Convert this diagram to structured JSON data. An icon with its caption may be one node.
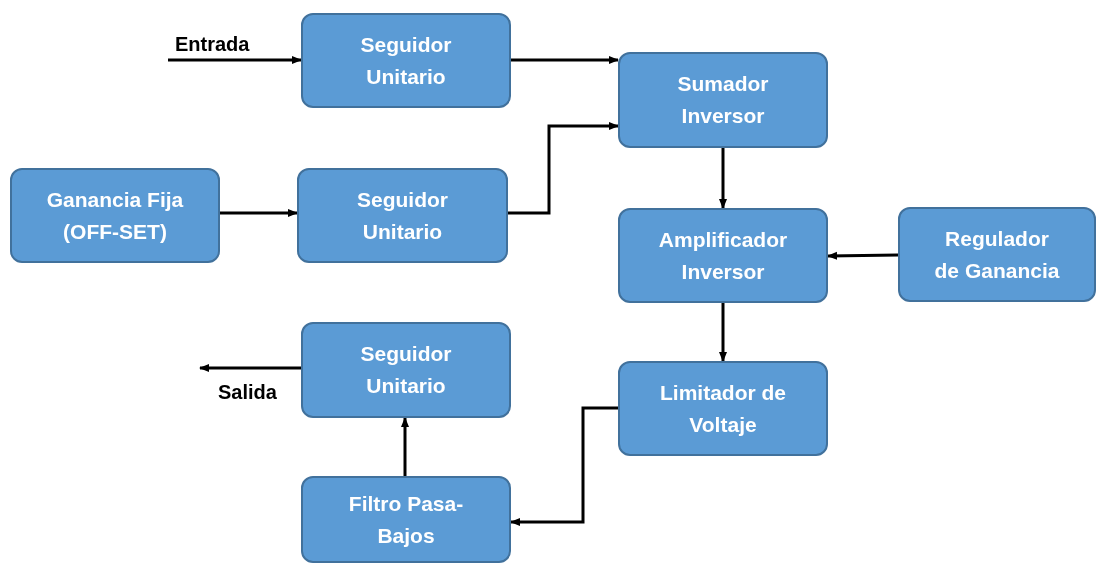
{
  "diagram": {
    "nodes": [
      {
        "text": [
          "Seguidor Unitario"
        ]
      },
      {
        "text": [
          "Sumador Inversor"
        ]
      },
      {
        "text": [
          "Ganancia Fija (OFF-SET)"
        ]
      },
      {
        "text": [
          "Seguidor Unitario"
        ]
      },
      {
        "text": [
          "Amplificador Inversor"
        ]
      },
      {
        "text": [
          "Regulador de Ganancia"
        ]
      },
      {
        "text": [
          "Seguidor Unitario"
        ]
      },
      {
        "text": [
          "Limitador de Voltaje"
        ]
      },
      {
        "text": [
          "Filtro Pasa-Bajos"
        ]
      }
    ],
    "edges": [
      {
        "from": null,
        "to": 0,
        "arrow": "to",
        "label": "Entrada"
      },
      {
        "from": 0,
        "to": 1,
        "arrow": "to"
      },
      {
        "from": 2,
        "to": 3,
        "arrow": "to"
      },
      {
        "from": 3,
        "to": 1,
        "arrow": "to"
      },
      {
        "from": 1,
        "to": 4,
        "arrow": "to"
      },
      {
        "from": 5,
        "to": 4,
        "arrow": "to"
      },
      {
        "from": 4,
        "to": 7,
        "arrow": "to"
      },
      {
        "from": 7,
        "to": 8,
        "arrow": "to"
      },
      {
        "from": 8,
        "to": 6,
        "arrow": "to"
      },
      {
        "from": 6,
        "to": null,
        "arrow": "to",
        "label": "Salida"
      }
    ]
  }
}
